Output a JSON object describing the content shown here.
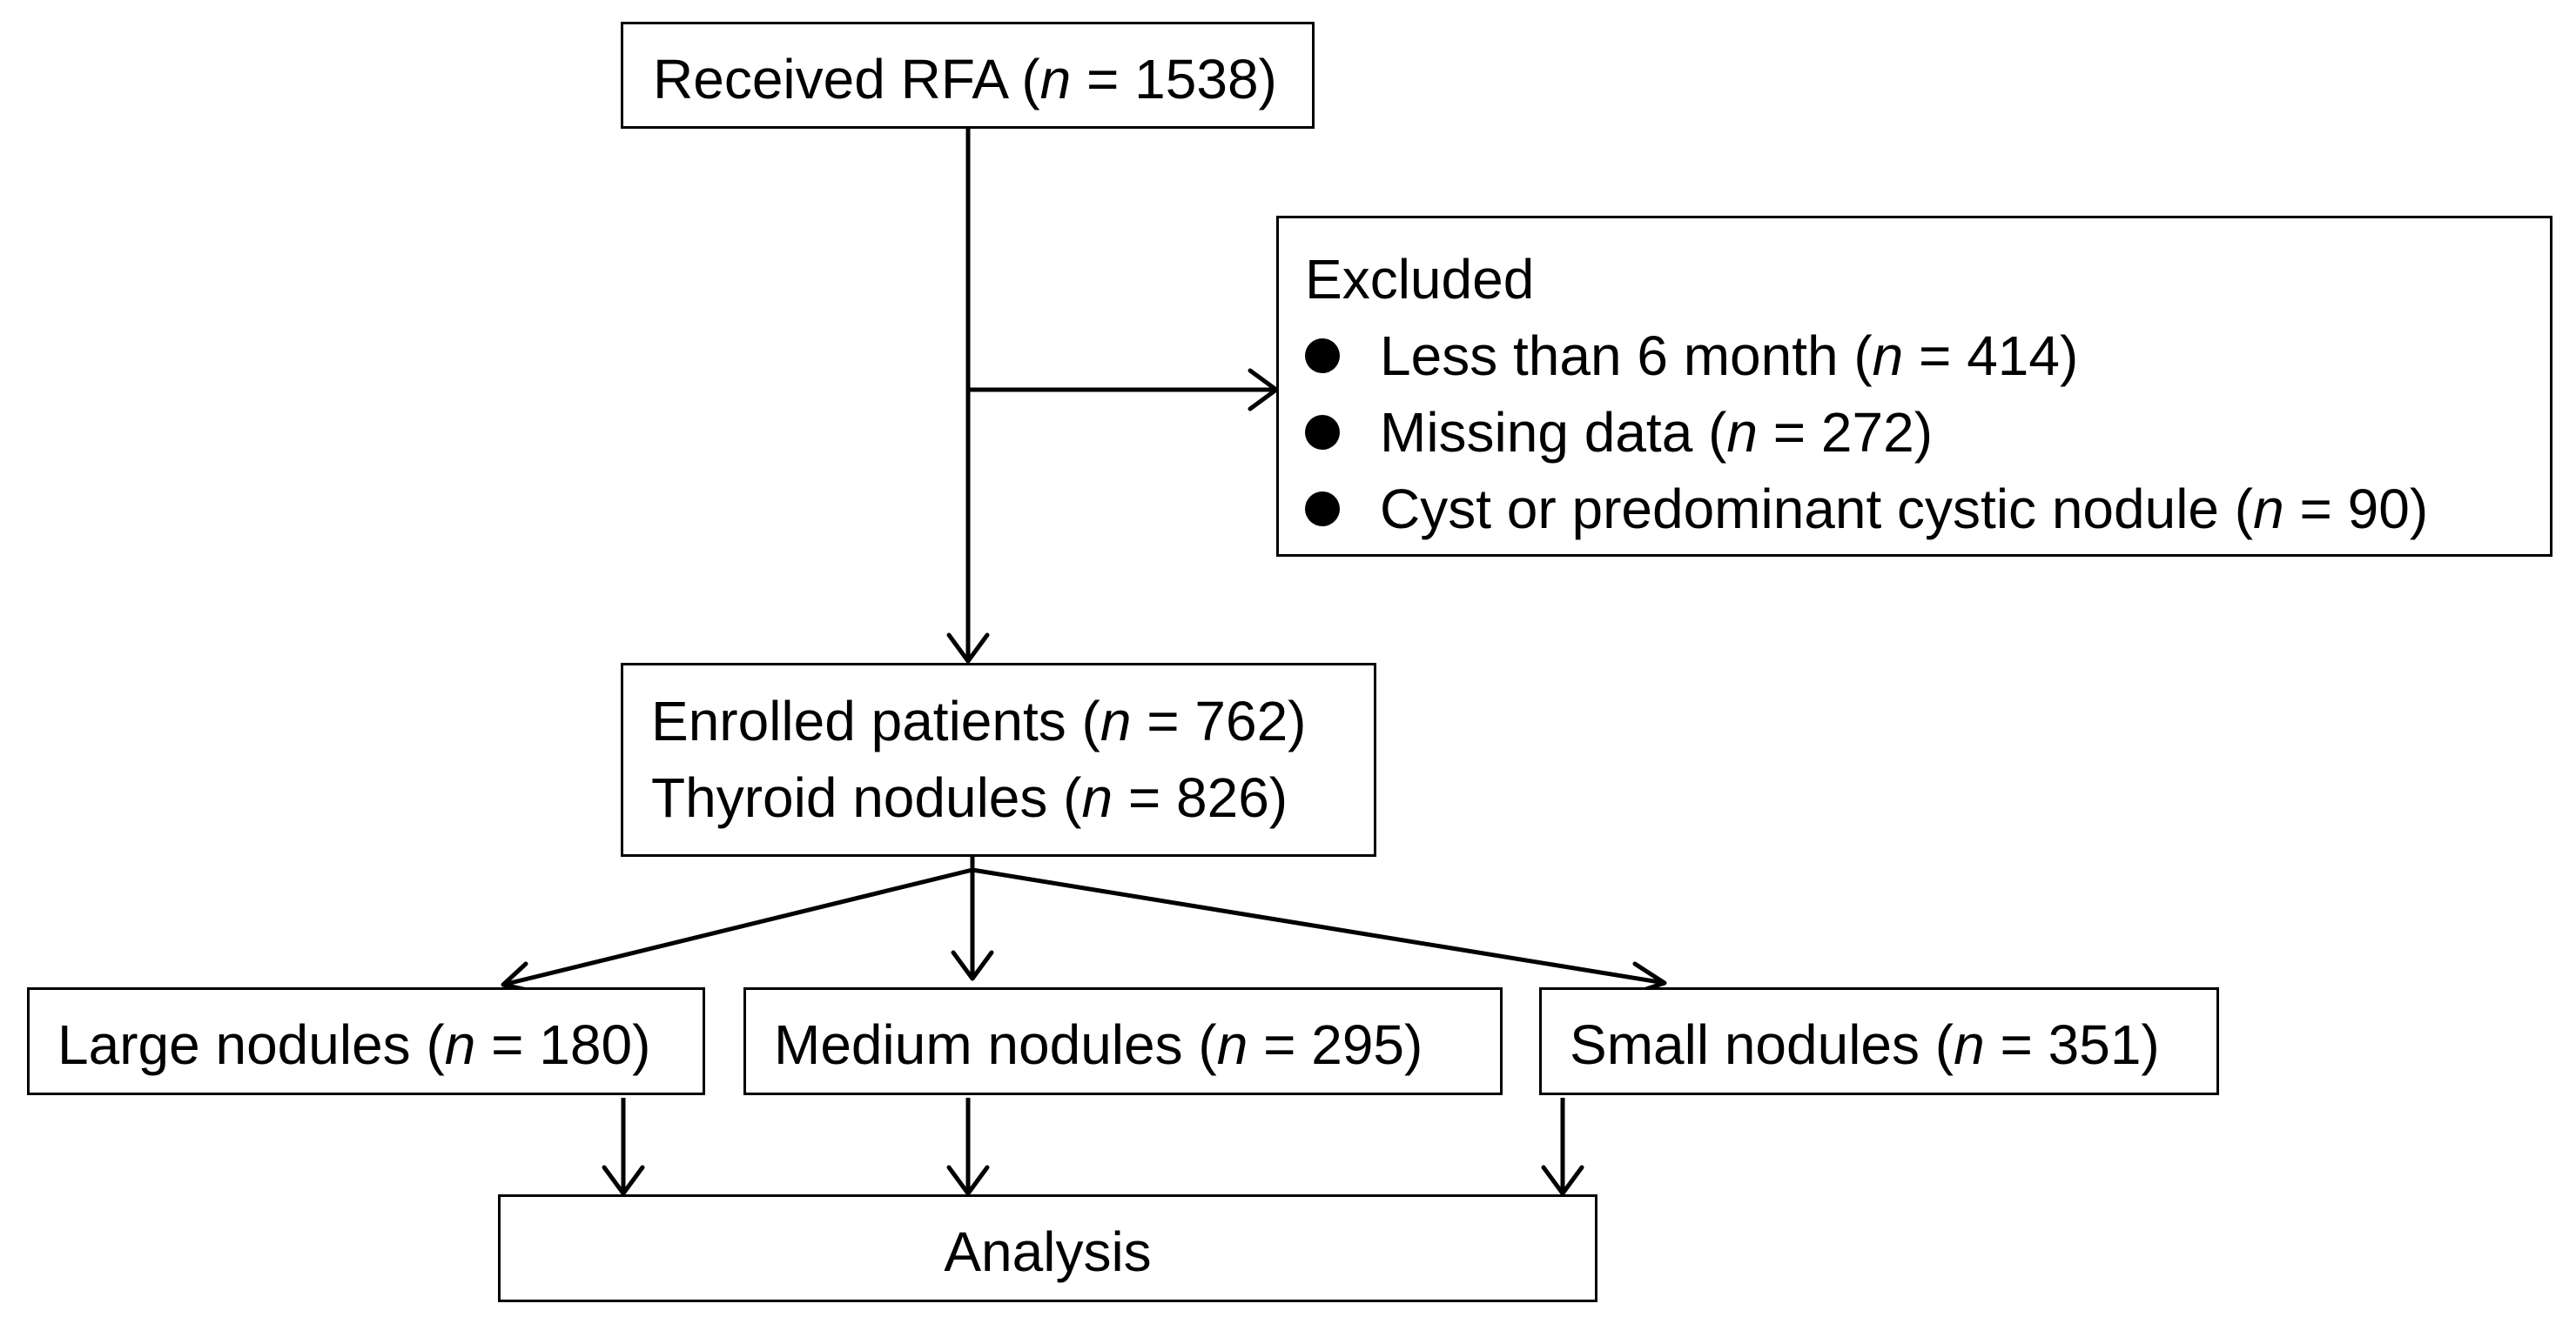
{
  "received": {
    "label": "Received RFA (",
    "n": "n",
    "rest": " = 1538)"
  },
  "excluded": {
    "title": "Excluded",
    "items": [
      {
        "label": "Less than 6 month (",
        "n": "n",
        "rest": " = 414)"
      },
      {
        "label": "Missing data (",
        "n": "n",
        "rest": " = 272)"
      },
      {
        "label": "Cyst or predominant cystic nodule (",
        "n": "n",
        "rest": " = 90)"
      }
    ]
  },
  "enrolled": {
    "patients": {
      "label": "Enrolled patients (",
      "n": "n",
      "rest": " = 762)"
    },
    "nodules": {
      "label": "Thyroid nodules (",
      "n": "n",
      "rest": " = 826)"
    }
  },
  "groups": [
    {
      "label": "Large nodules (",
      "n": "n",
      "rest": " = 180)"
    },
    {
      "label": "Medium nodules (",
      "n": "n",
      "rest": " = 295)"
    },
    {
      "label": "Small nodules (",
      "n": "n",
      "rest": " = 351)"
    }
  ],
  "analysis": {
    "label": "Analysis"
  }
}
